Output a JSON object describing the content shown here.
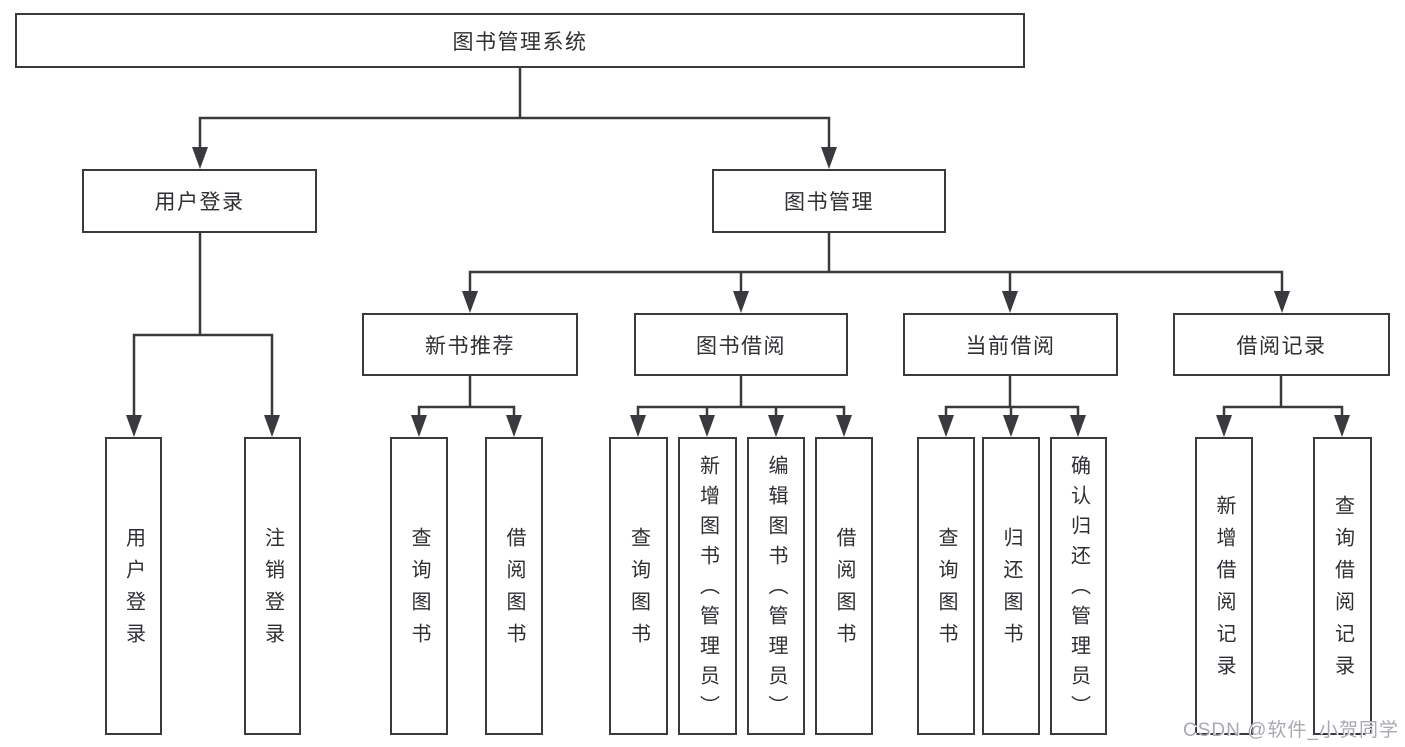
{
  "tree": {
    "label": "图书管理系统",
    "children": [
      {
        "label": "用户登录",
        "children": [
          {
            "label": "用户登录"
          },
          {
            "label": "注销登录"
          }
        ]
      },
      {
        "label": "图书管理",
        "children": [
          {
            "label": "新书推荐",
            "children": [
              {
                "label": "查询图书"
              },
              {
                "label": "借阅图书"
              }
            ]
          },
          {
            "label": "图书借阅",
            "children": [
              {
                "label": "查询图书"
              },
              {
                "label": "新增图书（管理员）"
              },
              {
                "label": "编辑图书（管理员）"
              },
              {
                "label": "借阅图书"
              }
            ]
          },
          {
            "label": "当前借阅",
            "children": [
              {
                "label": "查询图书"
              },
              {
                "label": "归还图书"
              },
              {
                "label": "确认归还（管理员）"
              }
            ]
          },
          {
            "label": "借阅记录",
            "children": [
              {
                "label": "新增借阅记录"
              },
              {
                "label": "查询借阅记录"
              }
            ]
          }
        ]
      }
    ]
  },
  "watermark": {
    "text": "CSDN @软件_小贺同学"
  },
  "colors": {
    "line": "#3a3a3e",
    "box_border": "#3a3a3e",
    "text": "#2f2f33",
    "background": "#ffffff",
    "watermark_text": "#a9aab1"
  }
}
